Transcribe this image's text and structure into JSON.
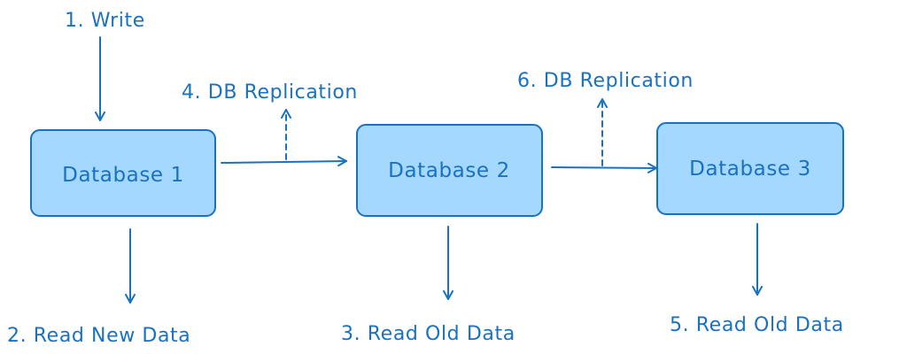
{
  "colors": {
    "stroke": "#1971c2",
    "box_fill": "#a5d8ff",
    "text": "#1971c2",
    "background": "#ffffff"
  },
  "nodes": [
    {
      "id": "db1",
      "label": "Database 1"
    },
    {
      "id": "db2",
      "label": "Database 2"
    },
    {
      "id": "db3",
      "label": "Database 3"
    }
  ],
  "steps": {
    "write": "1. Write",
    "read_db1": "2. Read New Data",
    "read_db2": "3. Read Old Data",
    "replication_db2": "4. DB Replication",
    "read_db3": "5. Read Old Data",
    "replication_db3": "6. DB Replication"
  },
  "edges": [
    {
      "from": "db1",
      "to": "db2",
      "label": "4. DB Replication"
    },
    {
      "from": "db2",
      "to": "db3",
      "label": "6. DB Replication"
    }
  ]
}
